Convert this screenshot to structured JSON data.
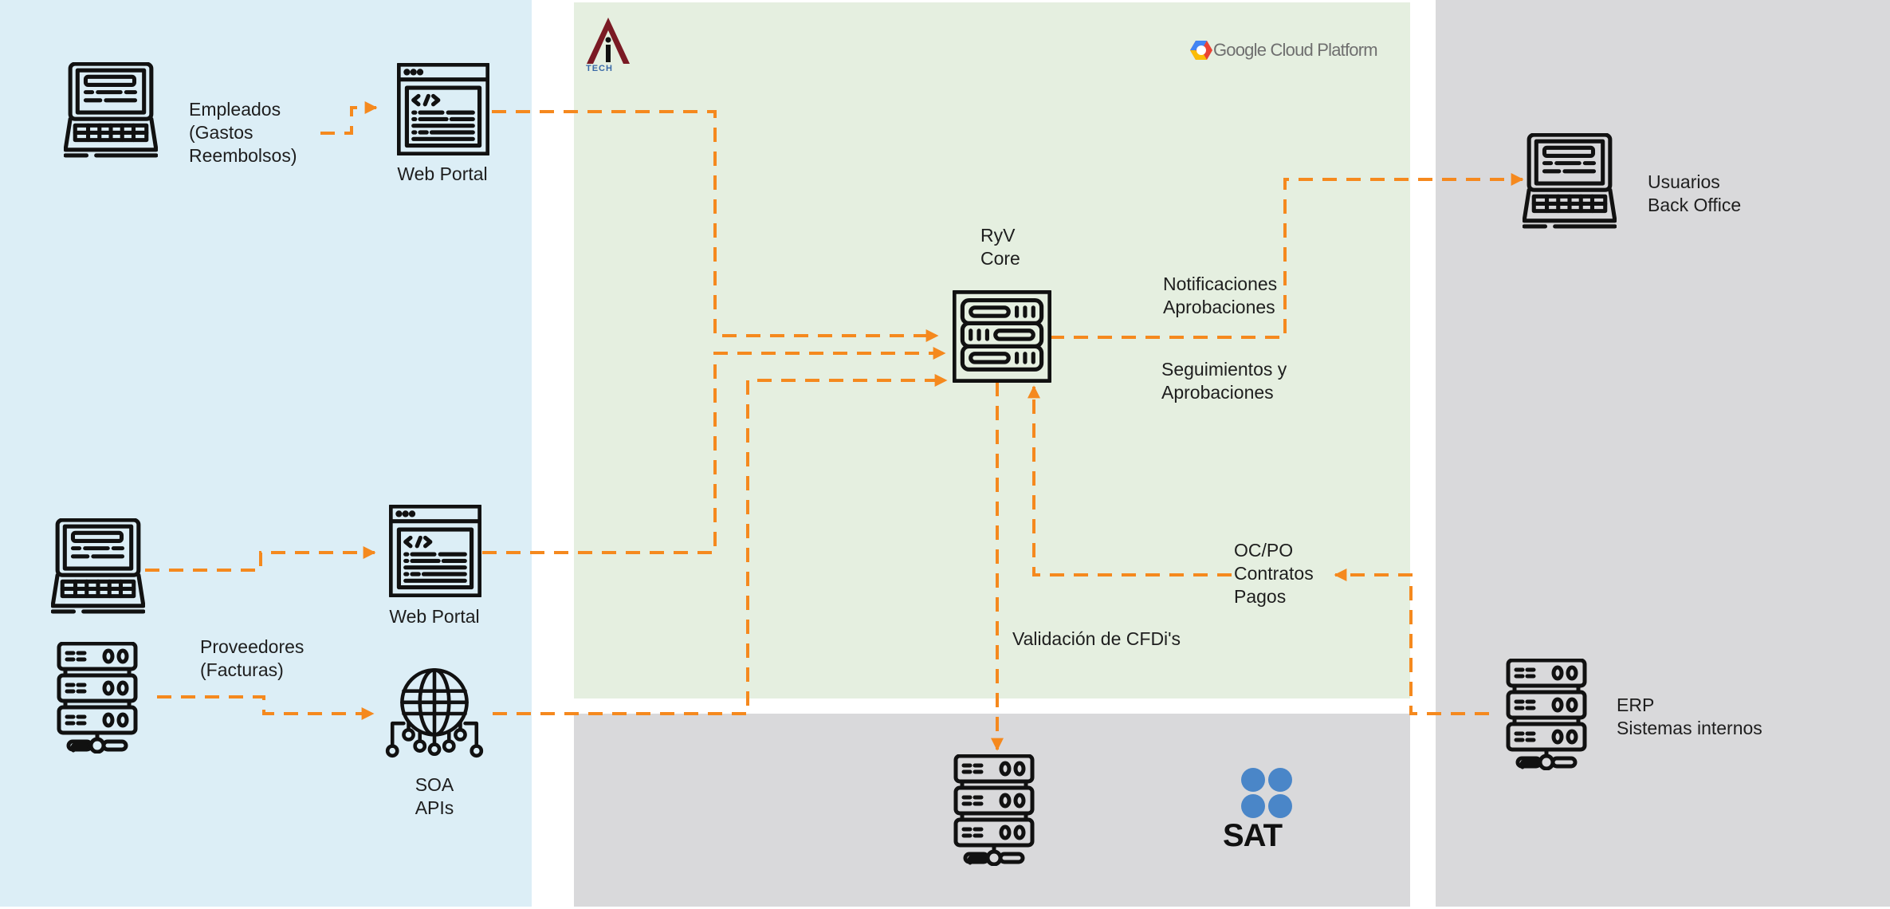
{
  "diagram": {
    "zones": [
      {
        "id": "clients",
        "color": "#dceef6"
      },
      {
        "id": "gcp",
        "color": "#e5efe0"
      },
      {
        "id": "sat",
        "color": "#d9d9db"
      },
      {
        "id": "internal",
        "color": "#d9d9db"
      }
    ],
    "logos": {
      "aitech": {
        "letter": "i",
        "caption": "TECH"
      },
      "gcp": {
        "text": "Google Cloud Platform"
      },
      "sat": {
        "text": "SAT",
        "dot_color": "#4a86c8"
      }
    },
    "nodes": {
      "empleados_laptop": {
        "label": "Empleados\n(Gastos\nReembolsos)",
        "icon": "laptop-icon"
      },
      "web_portal_1": {
        "label": "Web Portal",
        "icon": "web-code-window-icon"
      },
      "proveedores_laptop": {
        "label": "",
        "icon": "laptop-icon"
      },
      "web_portal_2": {
        "label": "Web Portal",
        "icon": "web-code-window-icon"
      },
      "proveedores_server": {
        "label": "Proveedores\n(Facturas)",
        "icon": "server-rack-icon"
      },
      "soa_apis": {
        "label": "SOA\nAPIs",
        "icon": "globe-network-icon"
      },
      "ryv_core": {
        "label": "RyV\nCore",
        "icon": "server-box-icon"
      },
      "back_office": {
        "label": "Usuarios\nBack Office",
        "icon": "laptop-icon"
      },
      "erp": {
        "label": "ERP\nSistemas internos",
        "icon": "server-rack-icon"
      },
      "sat_server": {
        "label": "",
        "icon": "server-rack-icon"
      }
    },
    "edge_labels": {
      "notificaciones": "Notificaciones\nAprobaciones",
      "seguimientos": "Seguimientos y\nAprobaciones",
      "ocpo": "OC/PO\nContratos\nPagos",
      "cfdi": "Validación de CFDi's"
    },
    "edge_color": "#f5891e",
    "edges": [
      {
        "from": "empleados_laptop",
        "to": "web_portal_1"
      },
      {
        "from": "web_portal_1",
        "to": "ryv_core"
      },
      {
        "from": "proveedores_laptop",
        "to": "web_portal_2"
      },
      {
        "from": "web_portal_2",
        "to": "ryv_core"
      },
      {
        "from": "proveedores_server",
        "to": "soa_apis"
      },
      {
        "from": "soa_apis",
        "to": "ryv_core"
      },
      {
        "from": "ryv_core",
        "to": "back_office",
        "label": "Notificaciones Aprobaciones"
      },
      {
        "from": "ryv_core",
        "to": "sat_server",
        "label": "Validación de CFDi's"
      },
      {
        "from": "erp",
        "to": "ryv_core",
        "label": "OC/PO Contratos Pagos"
      }
    ]
  }
}
